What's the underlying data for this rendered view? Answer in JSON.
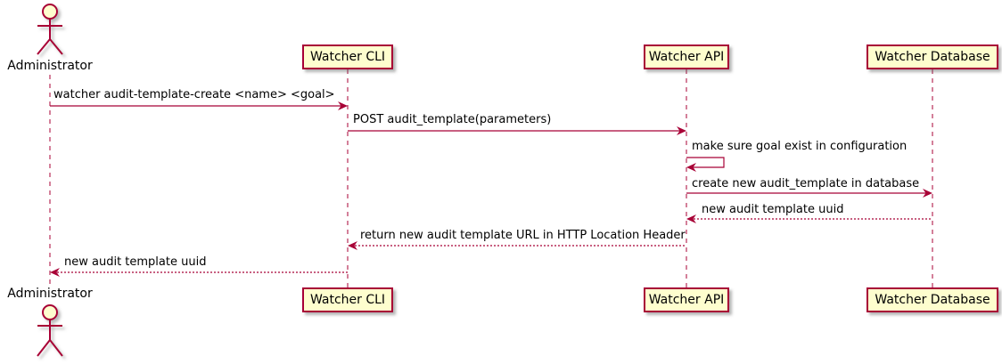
{
  "diagram": {
    "type": "uml-sequence-diagram",
    "colors": {
      "accent": "#A80036",
      "participant_fill": "#FEFECE",
      "background": "#FFFFFF",
      "text": "#000000"
    },
    "actors": [
      {
        "name": "Administrator"
      }
    ],
    "participants": [
      {
        "label": "Watcher CLI"
      },
      {
        "label": "Watcher API"
      },
      {
        "label": "Watcher Database"
      }
    ],
    "messages": [
      {
        "text": "watcher audit-template-create <name> <goal>",
        "from": "Administrator",
        "to": "Watcher CLI",
        "style": "solid"
      },
      {
        "text": "POST audit_template(parameters)",
        "from": "Watcher CLI",
        "to": "Watcher API",
        "style": "solid"
      },
      {
        "text": "make sure goal exist in configuration",
        "from": "Watcher API",
        "to": "Watcher API",
        "style": "self"
      },
      {
        "text": "create new audit_template in database",
        "from": "Watcher API",
        "to": "Watcher Database",
        "style": "solid"
      },
      {
        "text": "new audit template uuid",
        "from": "Watcher Database",
        "to": "Watcher API",
        "style": "dashed-return"
      },
      {
        "text": "return new audit template URL in HTTP Location Header",
        "from": "Watcher API",
        "to": "Watcher CLI",
        "style": "dashed-return"
      },
      {
        "text": "new audit template uuid",
        "from": "Watcher CLI",
        "to": "Administrator",
        "style": "dashed-return"
      }
    ]
  }
}
